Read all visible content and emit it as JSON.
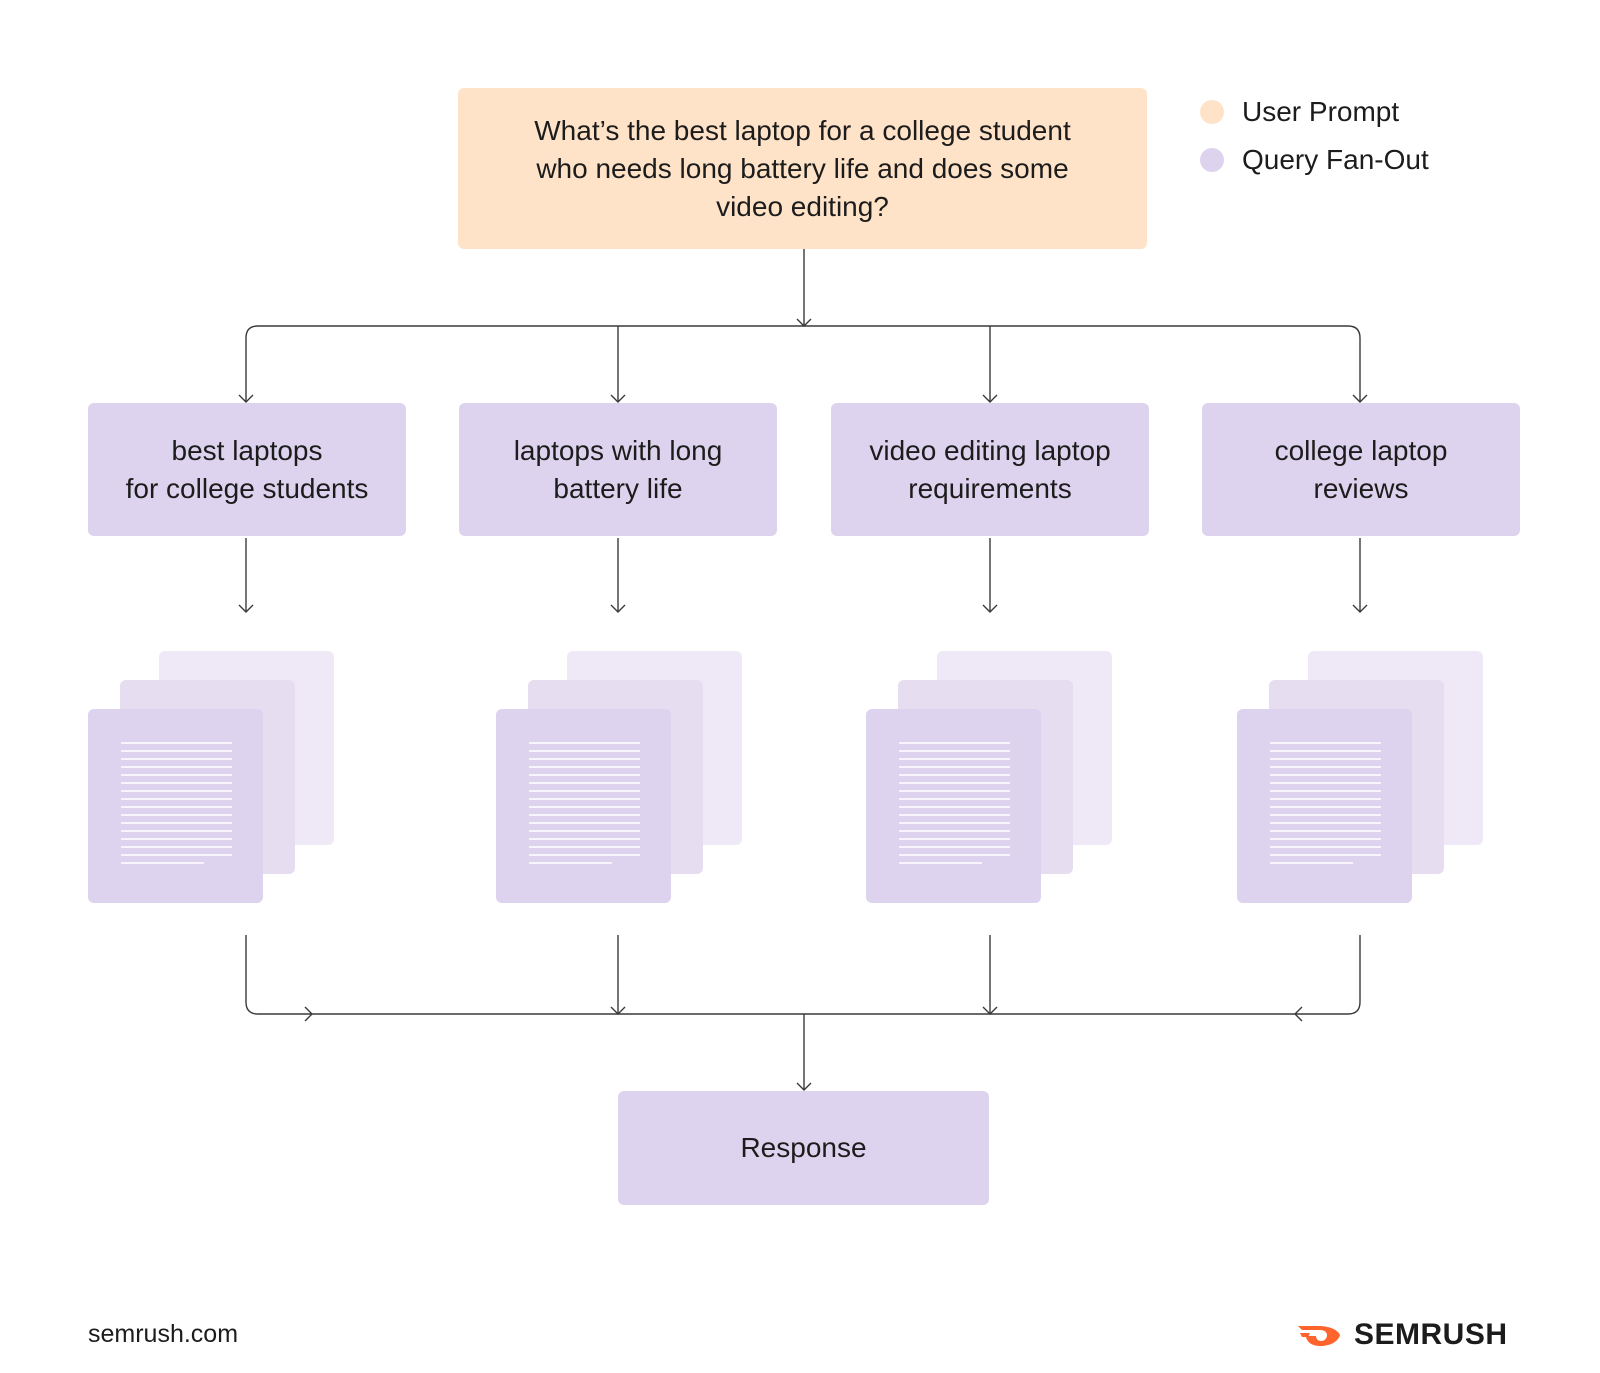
{
  "prompt": {
    "line1": "What’s the best laptop for a college student",
    "line2": "who needs long battery life and does some",
    "line3": "video editing?"
  },
  "legend": [
    {
      "label": "User Prompt",
      "color": "#ffe3c8"
    },
    {
      "label": "Query Fan-Out",
      "color": "#ded3ee"
    }
  ],
  "queries": [
    {
      "line1": "best laptops",
      "line2": "for college students"
    },
    {
      "line1": "laptops with long",
      "line2": "battery life"
    },
    {
      "line1": "video editing laptop",
      "line2": "requirements"
    },
    {
      "line1": "college laptop",
      "line2": "reviews"
    }
  ],
  "response": "Response",
  "footer": {
    "url": "semrush.com",
    "brand": "SEMRUSH",
    "brand_color": "#ff642d"
  },
  "colors": {
    "prompt_bg": "#ffe3c8",
    "query_bg": "#ded3ee",
    "doc_front": "#ded3ee",
    "doc_mid": "#e6ddf1",
    "doc_back": "#efe8f6",
    "line": "#3a3a3a"
  }
}
